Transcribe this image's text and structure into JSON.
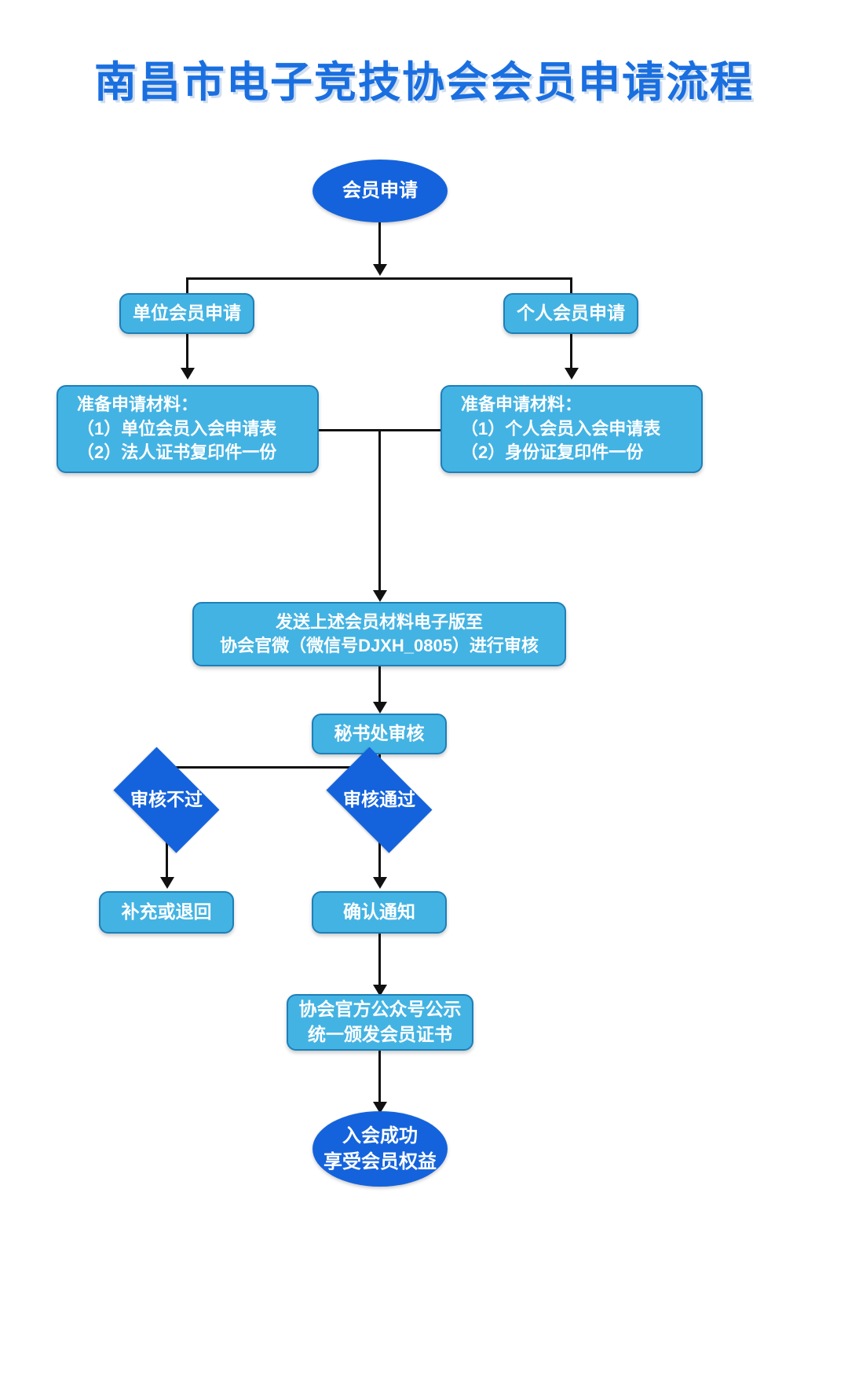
{
  "title": "南昌市电子竞技协会会员申请流程",
  "theme": {
    "title_color": "#1a6fe0",
    "terminator_fill": "#1463dc",
    "process_fill": "#43b3e3",
    "process_border": "#1f7fb8",
    "decision_fill": "#1463dc",
    "connector_color": "#111111",
    "node_text_color": "#ffffff",
    "background": "#ffffff"
  },
  "chart_data": {
    "type": "diagram",
    "title": "南昌市电子竞技协会会员申请流程",
    "nodes": [
      {
        "id": "start",
        "shape": "oval",
        "label": "会员申请"
      },
      {
        "id": "unit-apply",
        "shape": "process",
        "label": "单位会员申请"
      },
      {
        "id": "person-apply",
        "shape": "process",
        "label": "个人会员申请"
      },
      {
        "id": "unit-docs",
        "shape": "process",
        "label": "准备申请材料：\n（1）单位会员入会申请表\n（2）法人证书复印件一份"
      },
      {
        "id": "person-docs",
        "shape": "process",
        "label": "准备申请材料：\n（1）个人会员入会申请表\n（2）身份证复印件一份"
      },
      {
        "id": "submit",
        "shape": "process",
        "label": "发送上述会员材料电子版至\n协会官微（微信号DJXH_0805）进行审核"
      },
      {
        "id": "review",
        "shape": "process",
        "label": "秘书处审核"
      },
      {
        "id": "reject",
        "shape": "decision",
        "label": "审核不过"
      },
      {
        "id": "approve",
        "shape": "decision",
        "label": "审核通过"
      },
      {
        "id": "supplement",
        "shape": "process",
        "label": "补充或退回"
      },
      {
        "id": "confirm",
        "shape": "process",
        "label": "确认通知"
      },
      {
        "id": "publicize",
        "shape": "process",
        "label": "协会官方公众号公示\n统一颁发会员证书"
      },
      {
        "id": "success",
        "shape": "oval",
        "label": "入会成功\n享受会员权益"
      }
    ],
    "edges": [
      {
        "from": "start",
        "to": "unit-apply"
      },
      {
        "from": "start",
        "to": "person-apply"
      },
      {
        "from": "unit-apply",
        "to": "unit-docs"
      },
      {
        "from": "person-apply",
        "to": "person-docs"
      },
      {
        "from": "unit-docs",
        "to": "submit"
      },
      {
        "from": "person-docs",
        "to": "submit"
      },
      {
        "from": "submit",
        "to": "review"
      },
      {
        "from": "review",
        "to": "reject"
      },
      {
        "from": "review",
        "to": "approve"
      },
      {
        "from": "reject",
        "to": "supplement"
      },
      {
        "from": "approve",
        "to": "confirm"
      },
      {
        "from": "confirm",
        "to": "publicize"
      },
      {
        "from": "publicize",
        "to": "success"
      }
    ]
  },
  "nodes": {
    "start": "会员申请",
    "unit_apply": "单位会员申请",
    "person_apply": "个人会员申请",
    "unit_docs_l1": "准备申请材料：",
    "unit_docs_l2": "（1）单位会员入会申请表",
    "unit_docs_l3": "（2）法人证书复印件一份",
    "person_docs_l1": "准备申请材料：",
    "person_docs_l2": "（1）个人会员入会申请表",
    "person_docs_l3": "（2）身份证复印件一份",
    "submit_l1": "发送上述会员材料电子版至",
    "submit_l2": "协会官微（微信号DJXH_0805）进行审核",
    "review": "秘书处审核",
    "reject": "审核不过",
    "approve": "审核通过",
    "supplement": "补充或退回",
    "confirm": "确认通知",
    "publicize_l1": "协会官方公众号公示",
    "publicize_l2": "统一颁发会员证书",
    "success_l1": "入会成功",
    "success_l2": "享受会员权益"
  }
}
